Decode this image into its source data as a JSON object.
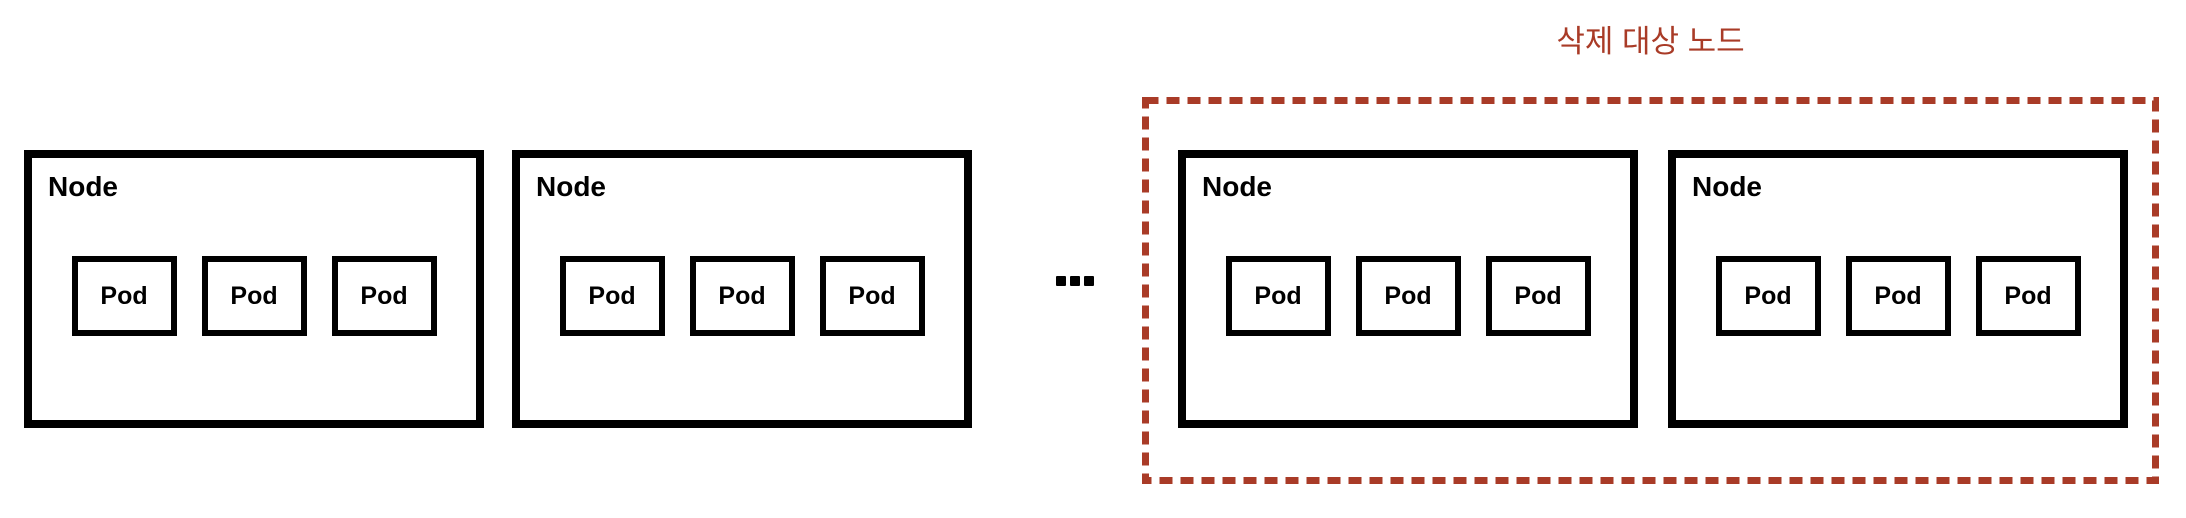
{
  "colors": {
    "background": "#FFFFFF",
    "node_stroke": "#000000",
    "deletion_accent": "#A93B27"
  },
  "deletion_group": {
    "label": "삭제 대상 노드"
  },
  "ellipsis": "...",
  "nodes": [
    {
      "label": "Node",
      "pods": [
        "Pod",
        "Pod",
        "Pod"
      ],
      "marked_for_deletion": false
    },
    {
      "label": "Node",
      "pods": [
        "Pod",
        "Pod",
        "Pod"
      ],
      "marked_for_deletion": false
    },
    {
      "label": "Node",
      "pods": [
        "Pod",
        "Pod",
        "Pod"
      ],
      "marked_for_deletion": true
    },
    {
      "label": "Node",
      "pods": [
        "Pod",
        "Pod",
        "Pod"
      ],
      "marked_for_deletion": true
    }
  ]
}
